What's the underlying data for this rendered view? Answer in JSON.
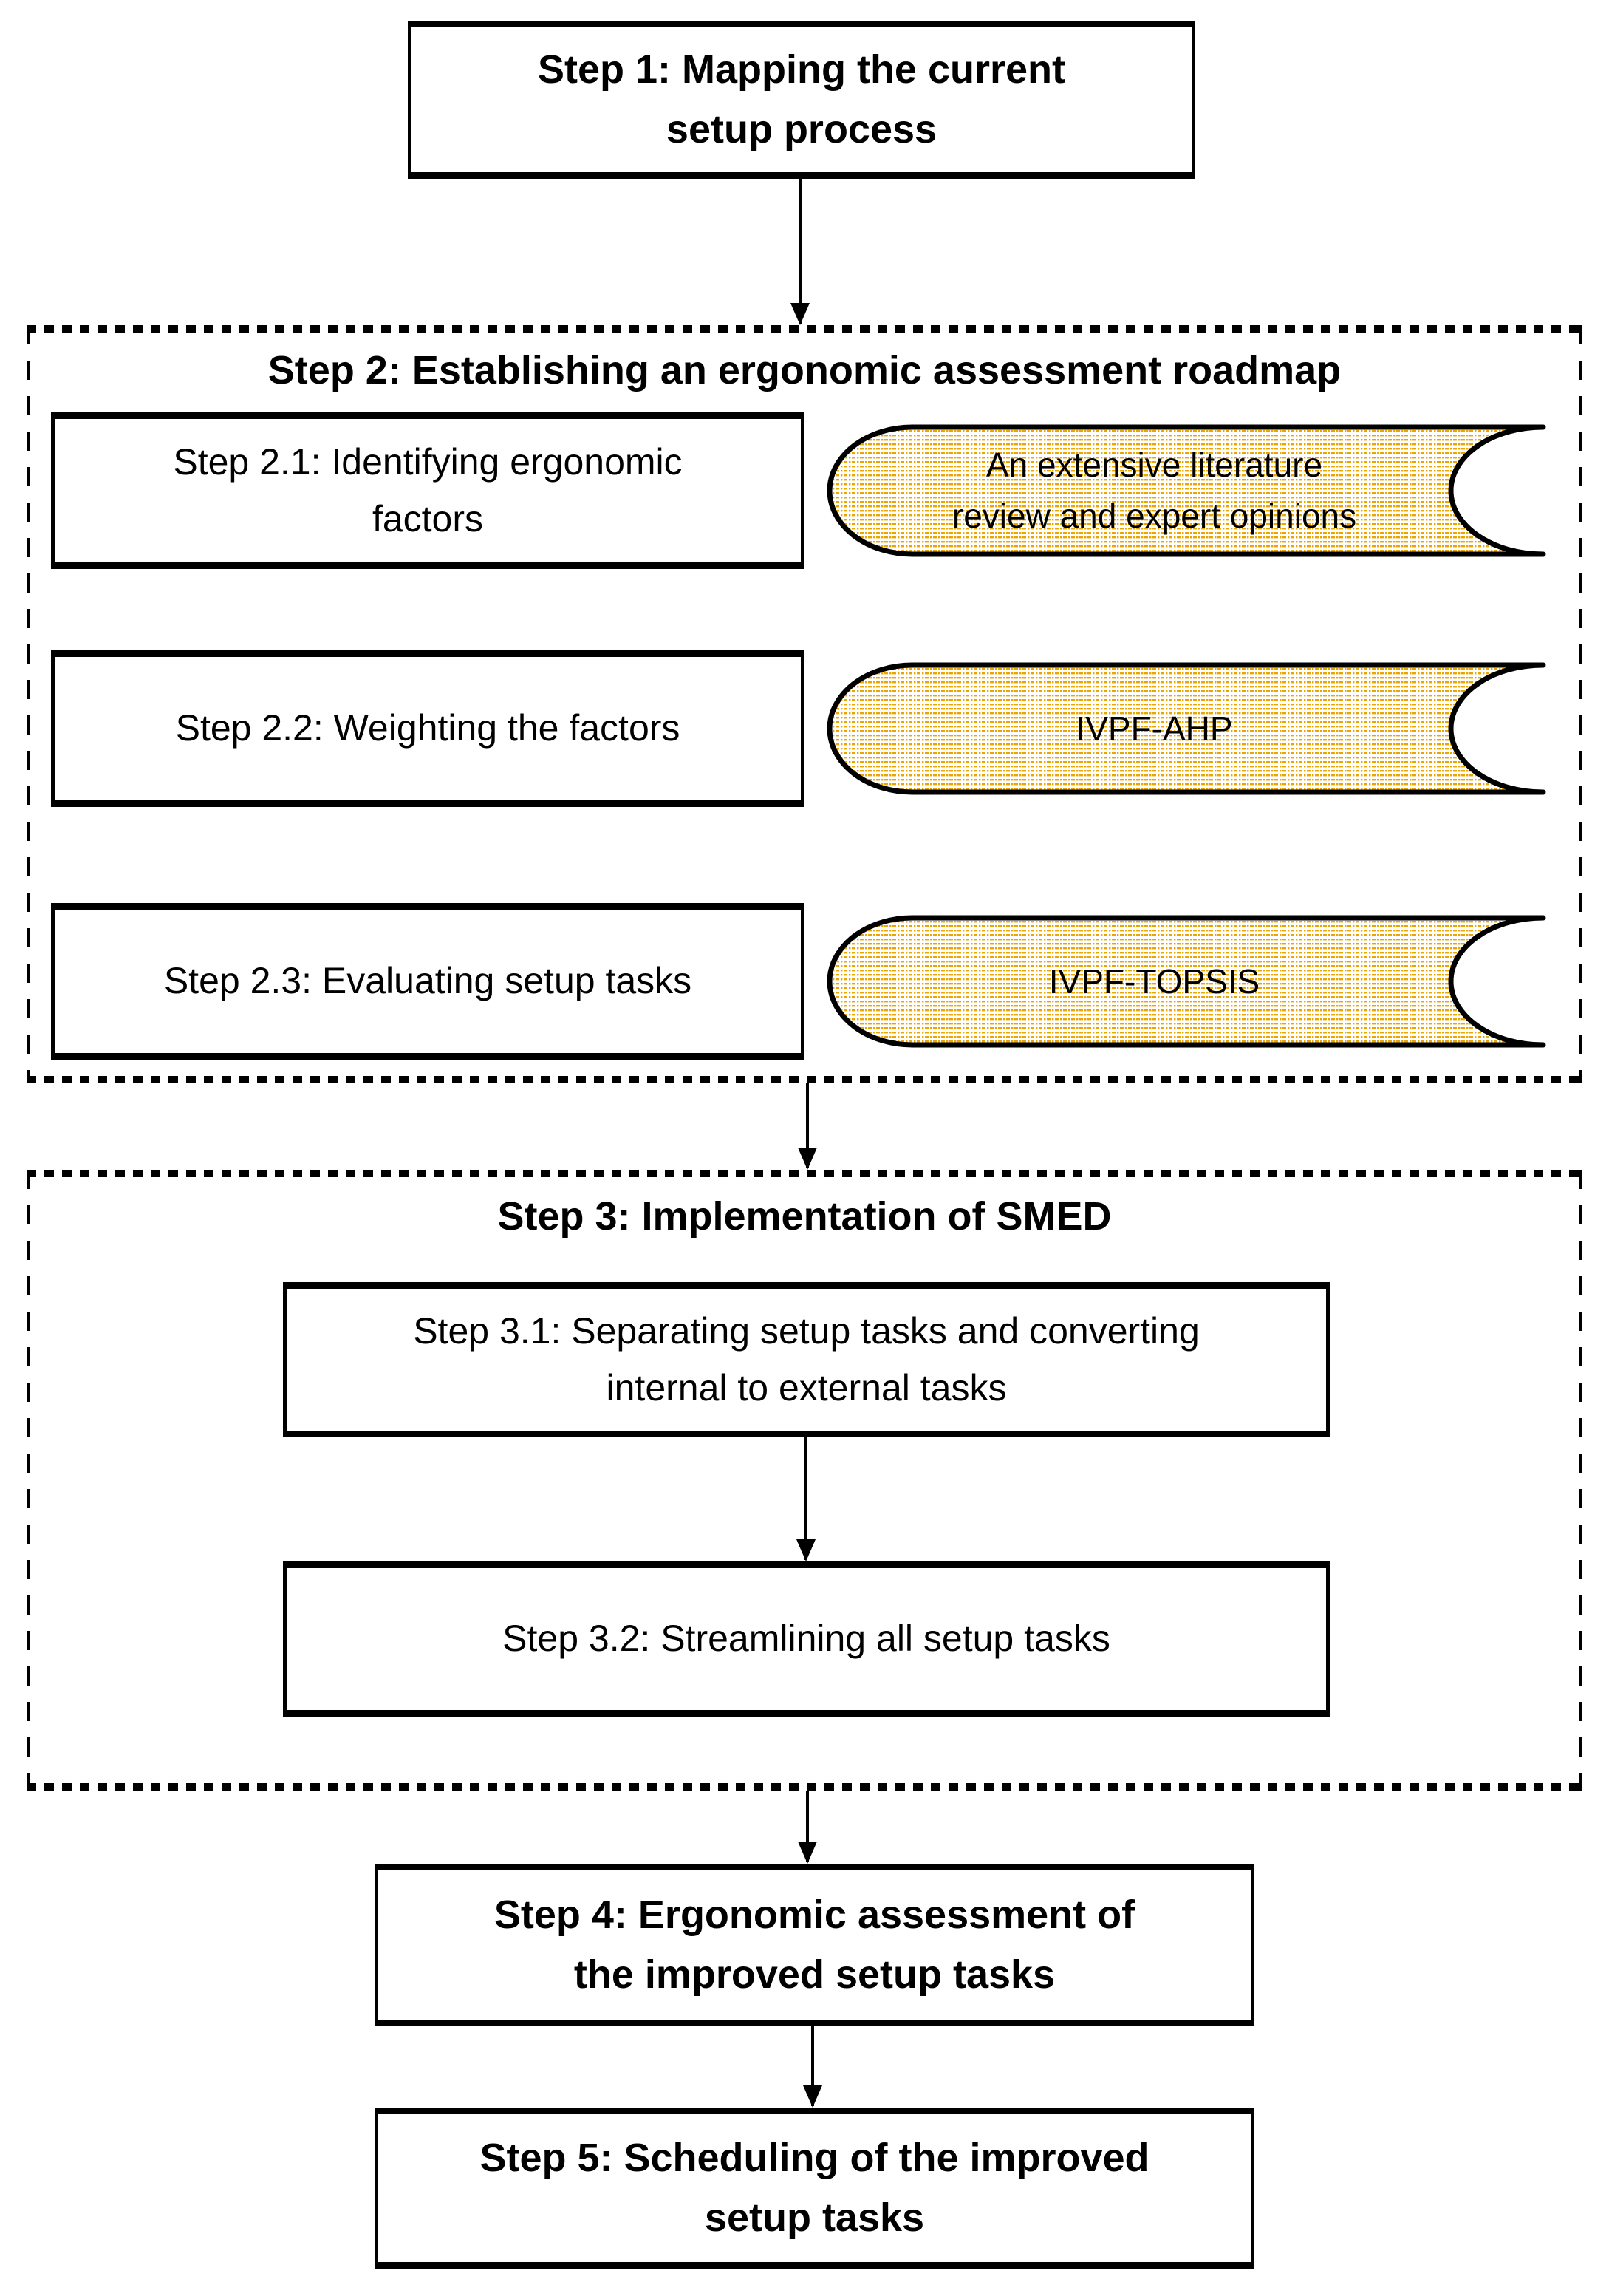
{
  "flowchart": {
    "step1": {
      "lines": [
        "Step 1: Mapping the current",
        "setup process"
      ]
    },
    "step2": {
      "title": "Step 2: Establishing an ergonomic assessment roadmap",
      "rows": [
        {
          "box_lines": [
            "Step 2.1: Identifying ergonomic",
            "factors"
          ],
          "callout_lines": [
            "An extensive literature",
            "review and expert opinions"
          ]
        },
        {
          "box_lines": [
            "Step 2.2: Weighting the factors"
          ],
          "callout_lines": [
            "IVPF-AHP"
          ]
        },
        {
          "box_lines": [
            "Step 2.3: Evaluating setup tasks"
          ],
          "callout_lines": [
            "IVPF-TOPSIS"
          ]
        }
      ]
    },
    "step3": {
      "title": "Step 3: Implementation of SMED",
      "box1_lines": [
        "Step 3.1: Separating setup tasks and converting",
        "internal to external tasks"
      ],
      "box2_lines": [
        "Step 3.2: Streamlining all setup tasks"
      ]
    },
    "step4": {
      "lines": [
        "Step 4: Ergonomic assessment of",
        "the improved setup tasks"
      ]
    },
    "step5": {
      "lines": [
        "Step 5: Scheduling of the improved",
        "setup tasks"
      ]
    },
    "colors": {
      "outline": "#000000",
      "callout_pattern_dot": "#EAA500",
      "callout_background": "#FFFFFF"
    }
  }
}
